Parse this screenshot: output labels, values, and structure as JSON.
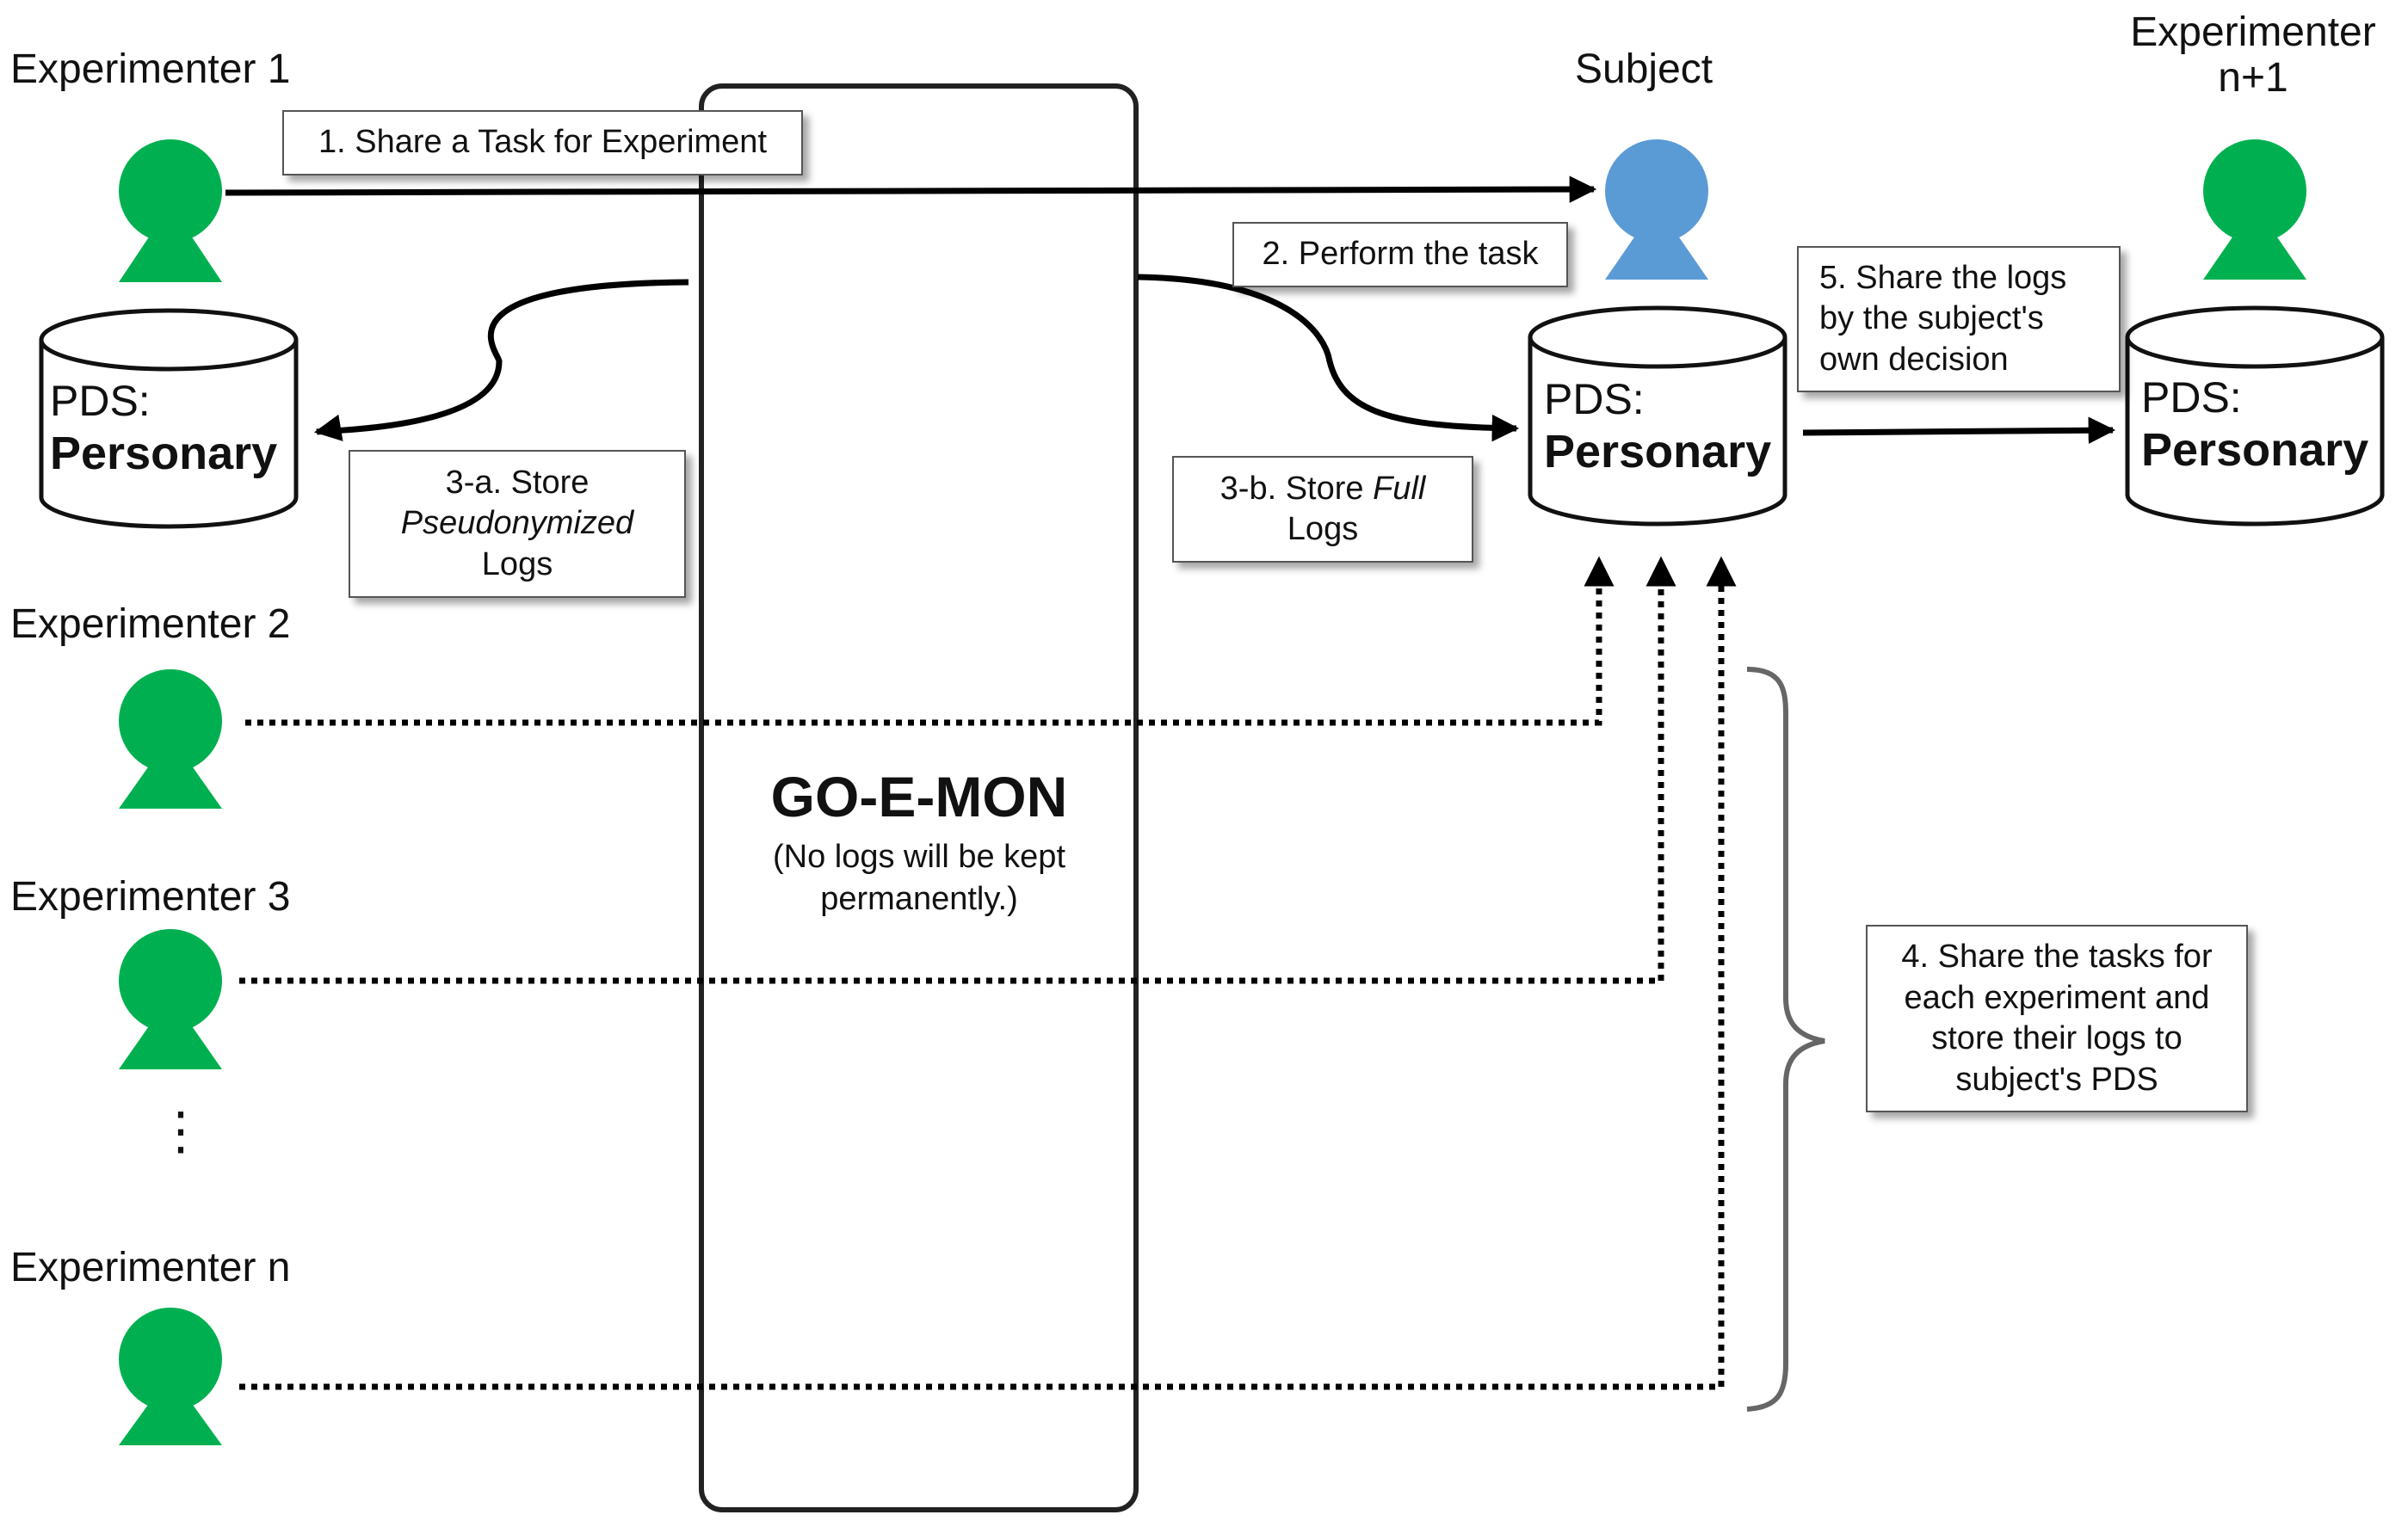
{
  "actors": {
    "experimenter1": "Experimenter 1",
    "experimenter2": "Experimenter 2",
    "experimenter3": "Experimenter 3",
    "experimenter_n": "Experimenter n",
    "subject": "Subject",
    "experimenter_n1_line1": "Experimenter",
    "experimenter_n1_line2": "n+1",
    "ellipsis": "⋮"
  },
  "center": {
    "title": "GO-E-MON",
    "note_line1": "(No logs will be kept",
    "note_line2": "permanently.)"
  },
  "pds": {
    "label": "PDS:",
    "name": "Personary"
  },
  "steps": {
    "s1": "1. Share a Task for Experiment",
    "s2": "2. Perform the task",
    "s3a_line1": "3-a. Store",
    "s3a_line2": "Pseudonymized",
    "s3a_line3": "Logs",
    "s3b_prefix": "3-b. Store ",
    "s3b_emph": "Full",
    "s3b_line2": "Logs",
    "s4_line1": "4. Share the tasks for",
    "s4_line2": "each experiment and",
    "s4_line3": "store their logs to",
    "s4_line4": "subject's PDS",
    "s5_line1": "5. Share the logs",
    "s5_line2": "by the subject's",
    "s5_line3": "own decision"
  },
  "colors": {
    "experimenter": "#00b050",
    "subject": "#5b9bd5",
    "line": "#000000",
    "brace": "#666666"
  }
}
